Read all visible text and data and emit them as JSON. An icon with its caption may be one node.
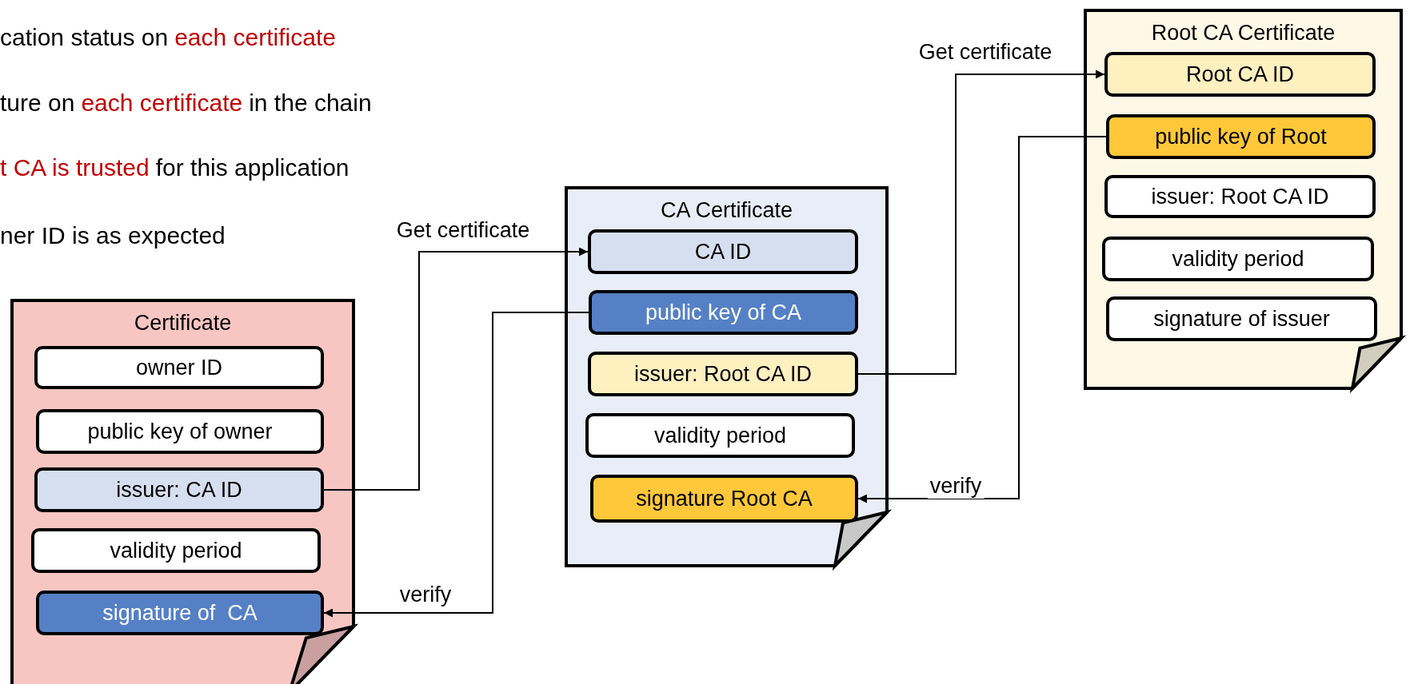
{
  "diagram": {
    "nodes": [
      {
        "text": [
          "Certificate"
        ]
      },
      {
        "text": [
          "owner ID"
        ],
        "in": 0
      },
      {
        "text": [
          "public key of owner"
        ],
        "in": 0
      },
      {
        "text": [
          "issuer: CA ID"
        ],
        "in": 0
      },
      {
        "text": [
          "validity period"
        ],
        "in": 0
      },
      {
        "text": [
          "signature of  CA"
        ],
        "in": 0
      },
      {
        "text": [
          "CA Certificate"
        ]
      },
      {
        "text": [
          "CA ID"
        ],
        "in": 6
      },
      {
        "text": [
          "public key of CA"
        ],
        "in": 6
      },
      {
        "text": [
          "issuer: Root CA ID"
        ],
        "in": 6
      },
      {
        "text": [
          "validity period"
        ],
        "in": 6
      },
      {
        "text": [
          "signature Root CA"
        ],
        "in": 6
      },
      {
        "text": [
          "Root CA Certificate"
        ]
      },
      {
        "text": [
          "Root CA ID"
        ],
        "in": 12
      },
      {
        "text": [
          "public key of Root"
        ],
        "in": 12
      },
      {
        "text": [
          "issuer: Root CA ID"
        ],
        "in": 12
      },
      {
        "text": [
          "validity period"
        ],
        "in": 12
      },
      {
        "text": [
          "signature of issuer"
        ],
        "in": 12
      }
    ],
    "edges": [
      {
        "from": 3,
        "to": 7,
        "arrow": "to",
        "label": "Get certificate"
      },
      {
        "from": 8,
        "to": 5,
        "arrow": "to",
        "label": "verify"
      },
      {
        "from": 9,
        "to": 13,
        "arrow": "to",
        "label": "Get certificate"
      },
      {
        "from": 14,
        "to": 11,
        "arrow": "to",
        "label": "verify"
      }
    ],
    "labels": [
      "cation status on",
      "each certificate",
      "ture on",
      "each certificate",
      "in the chain",
      "t CA is trusted",
      "for this application",
      "ner ID is as expected"
    ]
  }
}
